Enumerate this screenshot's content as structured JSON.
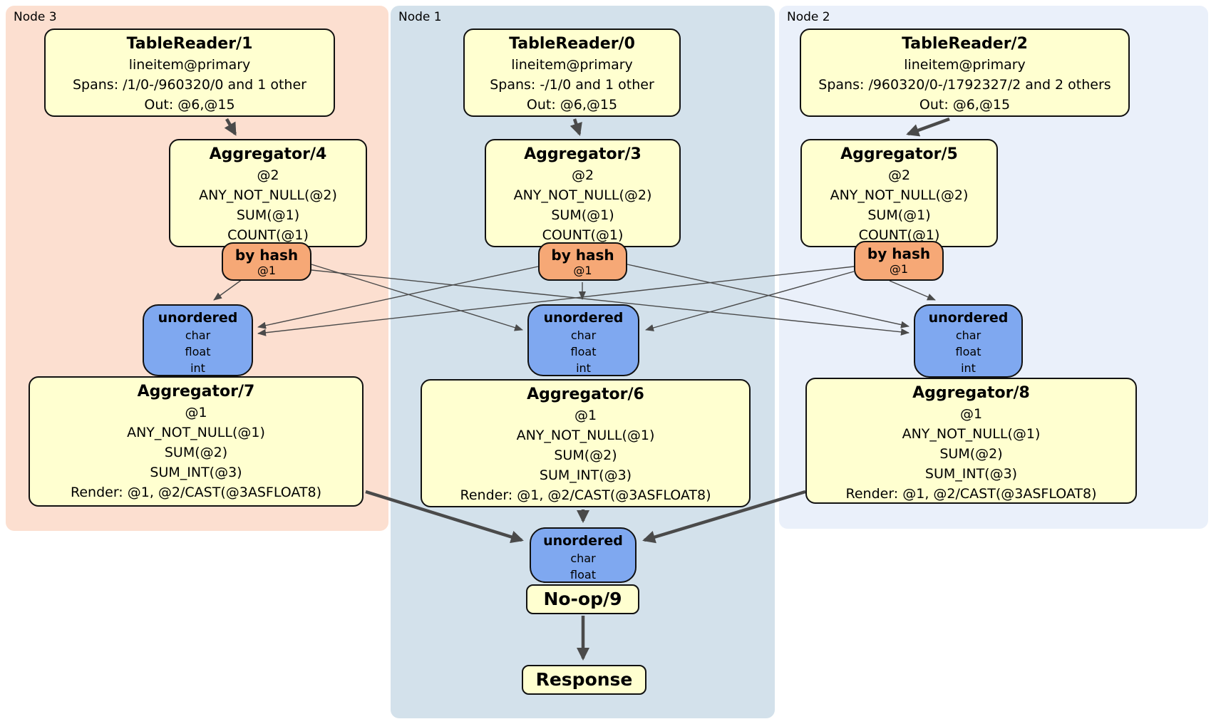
{
  "colors": {
    "node3_panel_bg": "#fcdfd0",
    "node1_panel_bg": "#d3e1eb",
    "node2_panel_bg": "#eaf0fa",
    "processor_box_bg": "#ffffd0",
    "hash_router_bg": "#f6a876",
    "sync_box_bg": "#7fa8f0",
    "edge_color": "#4a4a4a"
  },
  "nodes": [
    {
      "label": "Node 3",
      "table_reader": {
        "title": "TableReader/1",
        "lines": [
          "lineitem@primary",
          "Spans: /1/0-/960320/0 and 1 other",
          "Out: @6,@15"
        ]
      },
      "aggregator_top": {
        "title": "Aggregator/4",
        "lines": [
          "@2",
          "ANY_NOT_NULL(@2)",
          "SUM(@1)",
          "COUNT(@1)"
        ]
      },
      "hash_router": {
        "title": "by hash",
        "lines": [
          "@1"
        ]
      },
      "sync": {
        "title": "unordered",
        "lines": [
          "char",
          "float",
          "int"
        ]
      },
      "aggregator_bottom": {
        "title": "Aggregator/7",
        "lines": [
          "@1",
          "ANY_NOT_NULL(@1)",
          "SUM(@2)",
          "SUM_INT(@3)",
          "Render: @1, @2/CAST(@3ASFLOAT8)"
        ]
      }
    },
    {
      "label": "Node 1",
      "table_reader": {
        "title": "TableReader/0",
        "lines": [
          "lineitem@primary",
          "Spans: -/1/0 and 1 other",
          "Out: @6,@15"
        ]
      },
      "aggregator_top": {
        "title": "Aggregator/3",
        "lines": [
          "@2",
          "ANY_NOT_NULL(@2)",
          "SUM(@1)",
          "COUNT(@1)"
        ]
      },
      "hash_router": {
        "title": "by hash",
        "lines": [
          "@1"
        ]
      },
      "sync": {
        "title": "unordered",
        "lines": [
          "char",
          "float",
          "int"
        ]
      },
      "aggregator_bottom": {
        "title": "Aggregator/6",
        "lines": [
          "@1",
          "ANY_NOT_NULL(@1)",
          "SUM(@2)",
          "SUM_INT(@3)",
          "Render: @1, @2/CAST(@3ASFLOAT8)"
        ]
      }
    },
    {
      "label": "Node 2",
      "table_reader": {
        "title": "TableReader/2",
        "lines": [
          "lineitem@primary",
          "Spans: /960320/0-/1792327/2 and 2 others",
          "Out: @6,@15"
        ]
      },
      "aggregator_top": {
        "title": "Aggregator/5",
        "lines": [
          "@2",
          "ANY_NOT_NULL(@2)",
          "SUM(@1)",
          "COUNT(@1)"
        ]
      },
      "hash_router": {
        "title": "by hash",
        "lines": [
          "@1"
        ]
      },
      "sync": {
        "title": "unordered",
        "lines": [
          "char",
          "float",
          "int"
        ]
      },
      "aggregator_bottom": {
        "title": "Aggregator/8",
        "lines": [
          "@1",
          "ANY_NOT_NULL(@1)",
          "SUM(@2)",
          "SUM_INT(@3)",
          "Render: @1, @2/CAST(@3ASFLOAT8)"
        ]
      }
    }
  ],
  "final_stage": {
    "sync": {
      "title": "unordered",
      "lines": [
        "char",
        "float"
      ]
    },
    "noop": {
      "title": "No-op/9"
    },
    "response": {
      "title": "Response"
    }
  }
}
